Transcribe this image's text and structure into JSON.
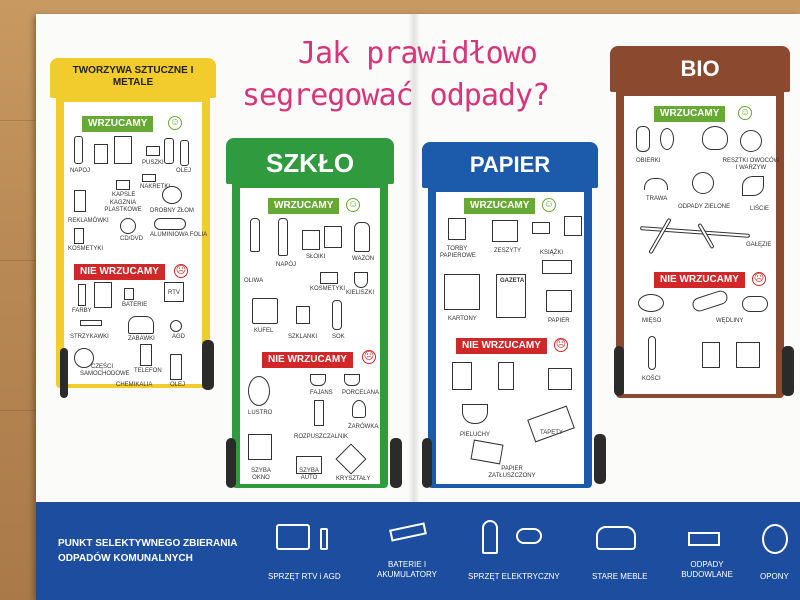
{
  "title": {
    "line1": "Jak prawidłowo",
    "line2": "segregować odpady?"
  },
  "colors": {
    "plastic": "#f2cc2d",
    "glass": "#2f9a3e",
    "paper": "#1c5aab",
    "bio": "#8b4a2f",
    "yes": "#66a935",
    "no": "#d02828",
    "title": "#d8357a",
    "footer": "#1d4d9e"
  },
  "bins": {
    "plastic": {
      "label": "TWORZYWA SZTUCZNE I METALE",
      "yes_label": "WRZUCAMY",
      "no_label": "NIE WRZUCAMY",
      "yes_items": [
        "NAPOJ",
        "PUSZKI",
        "OLEJ",
        "NAKRETKI",
        "KAPSLE",
        "KAGZNIA PLASTKOWE",
        "DROBNY ZŁOM",
        "REKLAMÓWKI",
        "CD/DVD",
        "ALUMINIOWA FOLIA",
        "KOSMETYKI"
      ],
      "no_items": [
        "FARBY",
        "BATERIE",
        "RTV",
        "STRZYKAWKI",
        "ZABAWKI",
        "AGD",
        "CZĘŚCI SAMOCHODOWE",
        "TELEFON",
        "CHEMIKALIA",
        "OLEJ"
      ]
    },
    "glass": {
      "label": "SZKŁO",
      "yes_label": "WRZUCAMY",
      "no_label": "NIE WRZUCAMY",
      "yes_items": [
        "OLIWA",
        "NAPÓJ",
        "SŁOIKI",
        "WAZON",
        "KOSMETYKI",
        "KIELISZKI",
        "KUFEL",
        "SZKLANKI",
        "SOK"
      ],
      "no_items": [
        "FAJANS",
        "PORCELANA",
        "LUSTRO",
        "ŻARÓWKA",
        "ROZPUSZCZALNIK",
        "SZYBA OKNO",
        "SZYBA AUTO",
        "KRYSZTAŁY"
      ]
    },
    "paper": {
      "label": "PAPIER",
      "yes_label": "WRZUCAMY",
      "no_label": "NIE WRZUCAMY",
      "yes_items": [
        "TORBY PAPIEROWE",
        "ZESZYTY",
        "KSIĄŻKI",
        "KARTONY",
        "GAZETA",
        "PAPIER"
      ],
      "no_items": [
        "PIELUCHY",
        "TAPETY",
        "PAPIER ZATŁUSZCZONY"
      ]
    },
    "bio": {
      "label": "BIO",
      "yes_label": "WRZUCAMY",
      "no_label": "NIE WRZUCAMY",
      "yes_items": [
        "OBIERKI",
        "RESZTKI OWOCÓW I WARZYW",
        "TRAWA",
        "ODPADY ZIELONE",
        "LIŚCIE",
        "GAŁĘZIE"
      ],
      "no_items": [
        "MIĘSO",
        "WĘDLINY",
        "KOŚCI"
      ]
    }
  },
  "footer": {
    "title": "PUNKT SELEKTYWNEGO ZBIERANIA ODPADÓW KOMUNALNYCH",
    "items": [
      "SPRZĘT RTV i AGD",
      "BATERIE I AKUMULATORY",
      "SPRZĘT ELEKTRYCZNY",
      "STARE MEBLE",
      "ODPADY BUDOWLANE",
      "OPONY"
    ]
  }
}
